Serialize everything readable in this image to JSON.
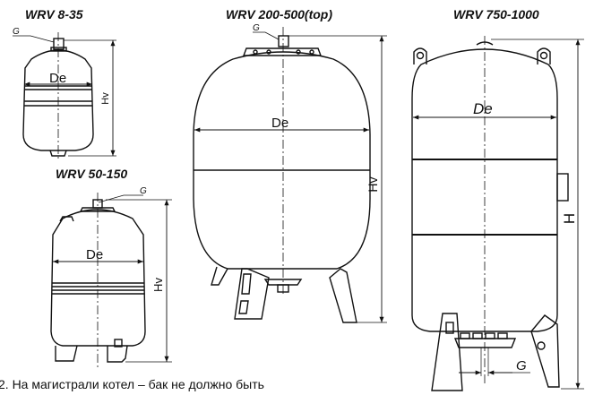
{
  "titles": {
    "small": "WRV 8-35",
    "medium": "WRV 50-150",
    "large": "WRV 200-500(top)",
    "xlarge": "WRV 750-1000"
  },
  "labels": {
    "de": "De",
    "hv": "Hv",
    "h": "H",
    "g": "G"
  },
  "caption": "2. На магистрали котел – бак не должно быть"
}
